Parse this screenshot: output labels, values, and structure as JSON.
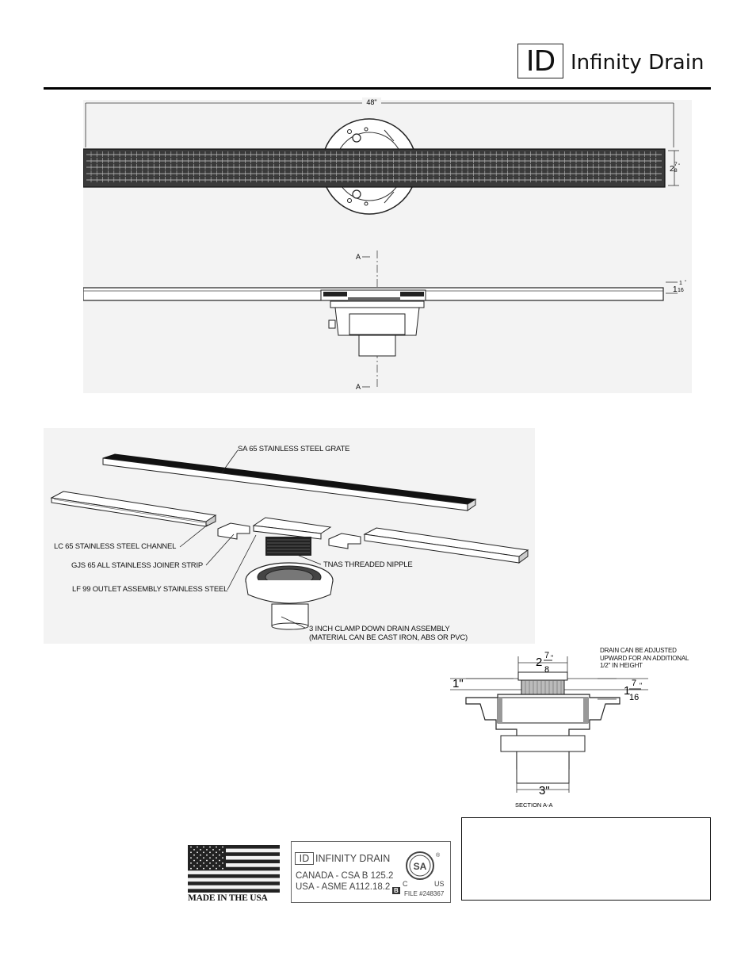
{
  "header": {
    "logo_mark": "ID",
    "brand_name": "Infinity Drain"
  },
  "top_view": {
    "width_dim": "48\"",
    "height_dim_whole": "2",
    "height_dim_num": "7",
    "height_dim_den": "8",
    "height_dim_unit": "\""
  },
  "side_view": {
    "section_marker_top": "A",
    "section_marker_bottom": "A",
    "height_dim_whole": "1",
    "height_dim_num": "1",
    "height_dim_den": "16",
    "height_dim_unit": "\""
  },
  "exploded": {
    "callouts": [
      "SA 65 STAINLESS STEEL GRATE",
      "LC 65 STAINLESS STEEL CHANNEL",
      "GJS 65 ALL STAINLESS JOINER STRIP",
      "TNAS THREADED NIPPLE",
      "LF 99 OUTLET ASSEMBLY STAINLESS STEEL",
      "3 INCH CLAMP DOWN DRAIN ASSEMBLY",
      "(MATERIAL CAN BE CAST IRON, ABS OR PVC)"
    ]
  },
  "section": {
    "top_dim_whole": "2",
    "top_dim_num": "7",
    "top_dim_den": "8",
    "top_dim_unit": "\"",
    "left_dim": "1\"",
    "right_dim_whole": "1",
    "right_dim_num": "7",
    "right_dim_den": "16",
    "right_dim_unit": "\"",
    "bottom_dim": "3\"",
    "note": "DRAIN CAN BE ADJUSTED\nUPWARD FOR AN ADDITIONAL\n1/2\" IN HEIGHT",
    "caption": "SECTION A-A"
  },
  "certification": {
    "flag_caption": "MADE IN THE USA",
    "logo_mark": "ID",
    "brand": "INFINITY DRAIN",
    "line1": "CANADA - CSA B 125.2",
    "line2": "USA - ASME A112.18.2",
    "mark_b": "B",
    "csa_c": "C",
    "csa_us": "US",
    "csa_mark": "SA",
    "registered": "®",
    "file_no": "FILE #248367"
  }
}
